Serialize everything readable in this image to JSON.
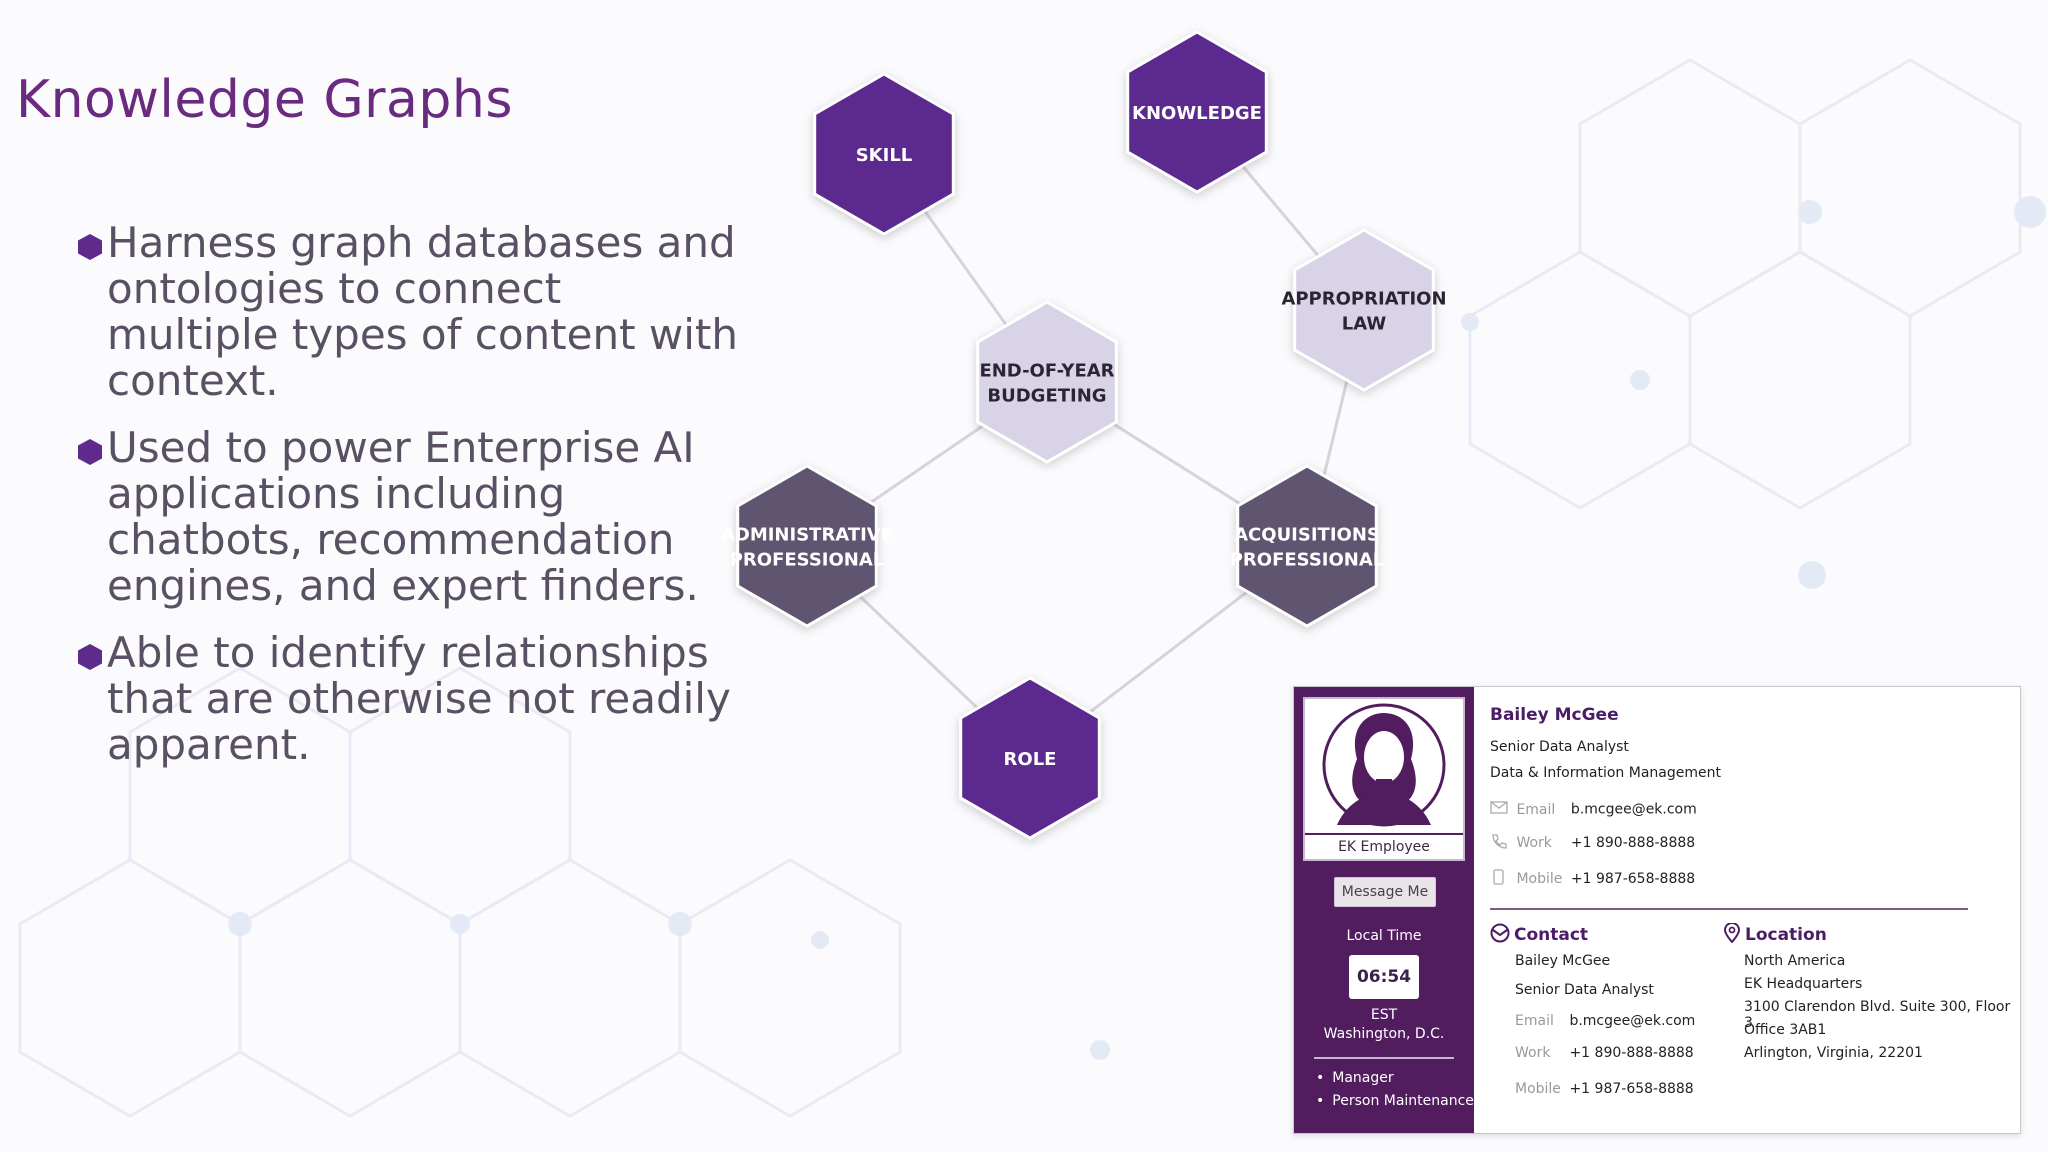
{
  "slide": {
    "title": "Knowledge Graphs",
    "bullets": [
      "Harness graph databases and ontologies to connect multiple types of content with context.",
      "Used to power Enterprise AI applications including chatbots, recommendation engines, and expert finders.",
      "Able to identify relationships that are otherwise not readily apparent."
    ]
  },
  "graph": {
    "nodes": [
      {
        "id": "skill",
        "lines": [
          "SKILL"
        ],
        "style": "purple"
      },
      {
        "id": "knowledge",
        "lines": [
          "KNOWLEDGE"
        ],
        "style": "purple"
      },
      {
        "id": "appropriation-law",
        "lines": [
          "APPROPRIATION",
          "LAW"
        ],
        "style": "lavender"
      },
      {
        "id": "end-of-year-budgeting",
        "lines": [
          "END-OF-YEAR",
          "BUDGETING"
        ],
        "style": "lavender"
      },
      {
        "id": "administrative-professional",
        "lines": [
          "ADMINISTRATIVE",
          "PROFESSIONAL"
        ],
        "style": "gray"
      },
      {
        "id": "acquisitions-professional",
        "lines": [
          "ACQUISITIONS",
          "PROFESSIONAL"
        ],
        "style": "gray"
      },
      {
        "id": "role",
        "lines": [
          "ROLE"
        ],
        "style": "purple"
      }
    ],
    "edges": [
      [
        "skill",
        "end-of-year-budgeting"
      ],
      [
        "knowledge",
        "appropriation-law"
      ],
      [
        "appropriation-law",
        "acquisitions-professional"
      ],
      [
        "end-of-year-budgeting",
        "administrative-professional"
      ],
      [
        "end-of-year-budgeting",
        "acquisitions-professional"
      ],
      [
        "administrative-professional",
        "role"
      ],
      [
        "acquisitions-professional",
        "role"
      ]
    ],
    "colors": {
      "purple": "#5c2a8e",
      "lavender": "#d9d3e8",
      "gray": "#5e5570",
      "purple_text": "#ffffff",
      "lavender_text": "#2b2433",
      "gray_text": "#ffffff",
      "edge": "#d6d3dc"
    }
  },
  "card": {
    "avatar_caption": "EK Employee",
    "message_button": "Message Me",
    "local_time_label": "Local Time",
    "time": "06:54",
    "timezone": "EST",
    "city": "Washington, D.C.",
    "roles": [
      "Manager",
      "Person Maintenance"
    ],
    "name": "Bailey McGee",
    "job_title": "Senior Data Analyst",
    "department": "Data & Information Management",
    "email_label": "Email",
    "email": "b.mcgee@ek.com",
    "work_label": "Work",
    "work_phone": "+1 890-888-8888",
    "mobile_label": "Mobile",
    "mobile_phone": "+1 987-658-8888",
    "contact": {
      "heading": "Contact",
      "name": "Bailey McGee",
      "title": "Senior Data Analyst",
      "email_label": "Email",
      "email": "b.mcgee@ek.com",
      "work_label": "Work",
      "work_phone": "+1 890-888-8888",
      "mobile_label": "Mobile",
      "mobile_phone": "+1 987-658-8888"
    },
    "location": {
      "heading": "Location",
      "region": "North America",
      "office": "EK Headquarters",
      "address": "3100 Clarendon Blvd. Suite 300, Floor 3",
      "room": "Office 3AB1",
      "city": "Arlington, Virginia, 22201"
    },
    "colors": {
      "sidebar": "#521d5e",
      "accent": "#4b1d66"
    }
  }
}
